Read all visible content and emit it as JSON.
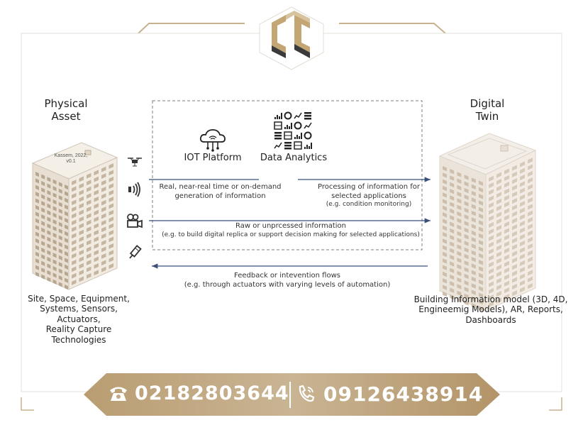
{
  "left": {
    "title": "Physical\nAsset",
    "building_note": "Kassem, 2022,\nv0.1",
    "caption": "Site, Space, Equipment,\nSystems, Sensors, Actuators,\nReality Capture Technologies"
  },
  "right": {
    "title": "Digital\nTwin",
    "caption": "Building Information model (3D, 4D,\nEngineemig Models), AR, Reports,\nDashboards"
  },
  "platform": {
    "iot_label": "IOT Platform",
    "analytics_label": "Data Analytics"
  },
  "flows": {
    "realtime": "Real, near-real time or on-demand\ngeneration of information",
    "processing_title": "Processing of information for\nselected applications",
    "processing_example": "(e.g. condition monitoring)",
    "raw_title": "Raw or unprcessed information",
    "raw_example": "(e.g. to build digital replica or support decision making for selected applications)",
    "feedback_title": "Feedback or intevention flows",
    "feedback_example": "(e.g. through actuators with varying levels of automation)"
  },
  "contact": {
    "phone1": "02182803644",
    "phone2": "09126438914"
  },
  "icons": {
    "sensors": [
      "drone-icon",
      "signal-icon",
      "camera-icon",
      "scanner-icon"
    ],
    "analytics": "chart-grid-icon",
    "iot": "cloud-network-icon",
    "logo": "cc-logo-icon"
  },
  "colors": {
    "gold": "#c2aa86",
    "arrow": "#3b4f7a",
    "building": "#eee8df"
  }
}
